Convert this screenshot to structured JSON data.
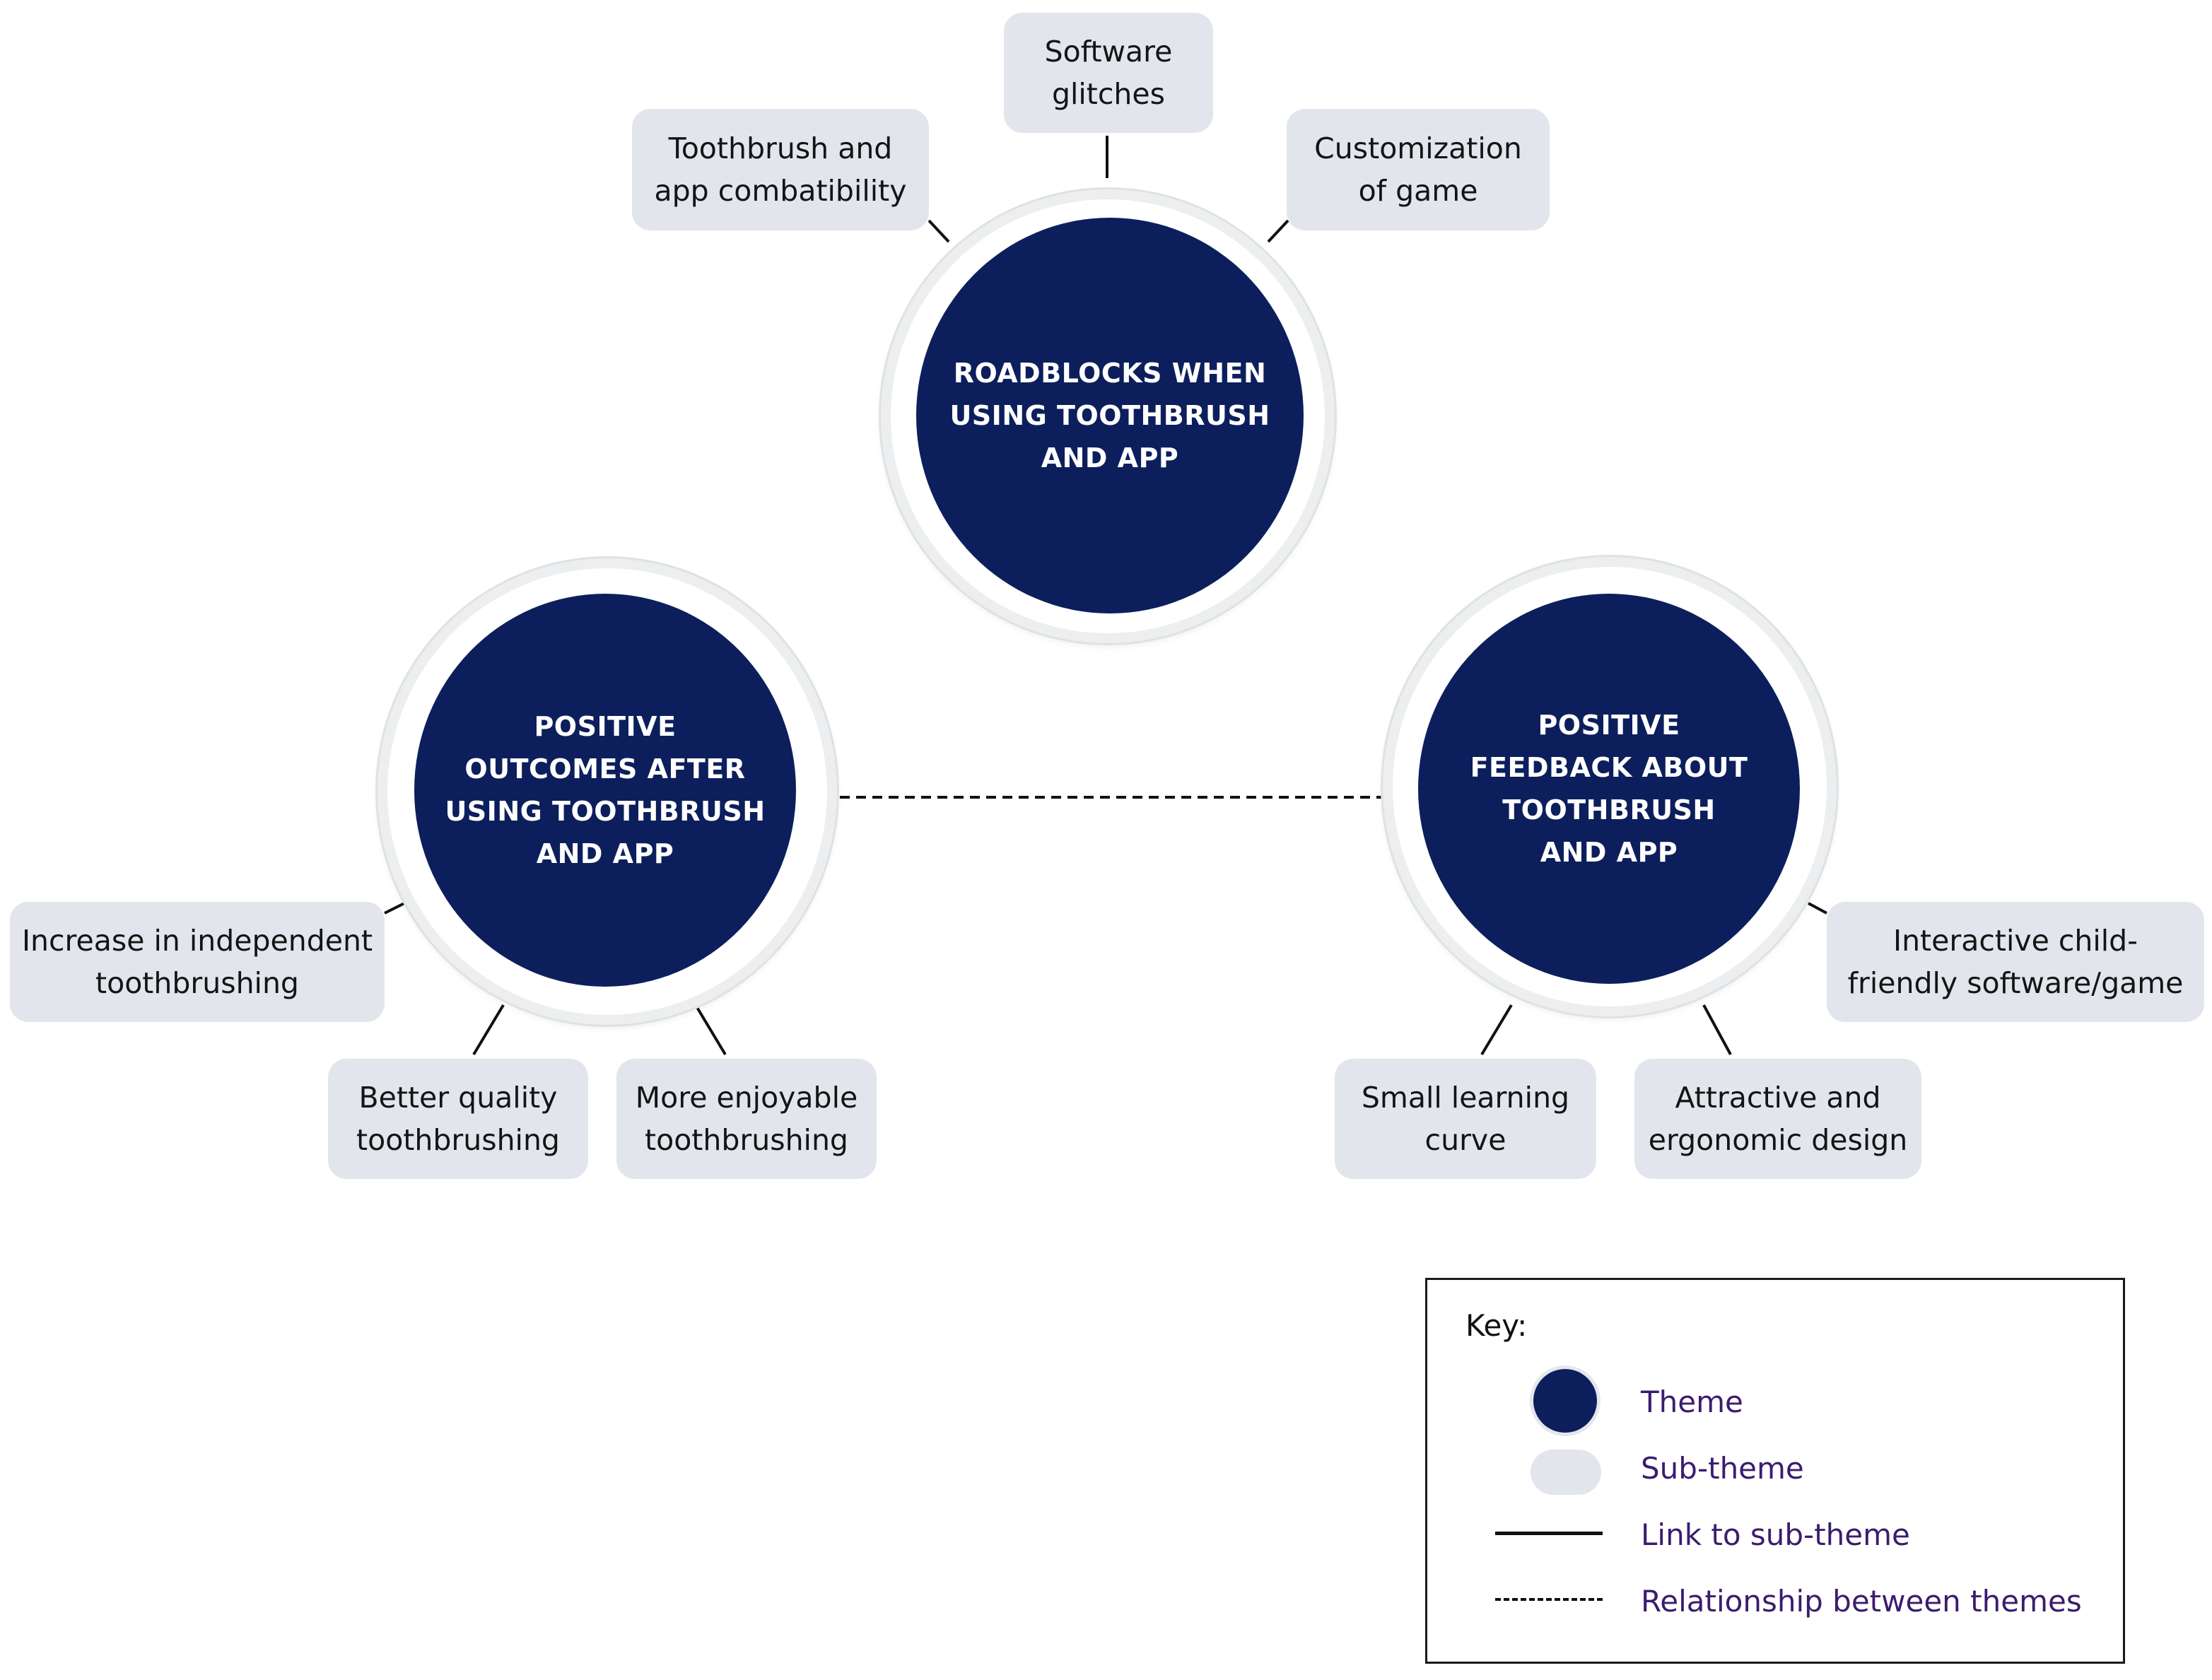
{
  "themes": {
    "roadblocks": "ROADBLOCKS WHEN\nUSING TOOTHBRUSH\nAND APP",
    "outcomes": "POSITIVE\nOUTCOMES AFTER\nUSING TOOTHBRUSH\nAND APP",
    "feedback": "POSITIVE\nFEEDBACK ABOUT\nTOOTHBRUSH\nAND APP"
  },
  "subthemes": {
    "software_glitches": "Software\nglitches",
    "compatibility": "Toothbrush and\napp combatibility",
    "customization": "Customization\nof game",
    "independent": "Increase in independent\ntoothbrushing",
    "better_quality": "Better quality\ntoothbrushing",
    "more_enjoyable": "More enjoyable\ntoothbrushing",
    "interactive": "Interactive child-\nfriendly software/game",
    "learning_curve": "Small learning\ncurve",
    "attractive": "Attractive and\nergonomic design"
  },
  "key": {
    "title": "Key:",
    "theme": "Theme",
    "subtheme": "Sub-theme",
    "link": "Link to sub-theme",
    "relationship": "Relationship between themes"
  },
  "colors": {
    "theme": "#0c1f5c",
    "subtheme": "#e2e6ec",
    "ring": "#eceeef",
    "key_text": "#3b1c6e"
  }
}
